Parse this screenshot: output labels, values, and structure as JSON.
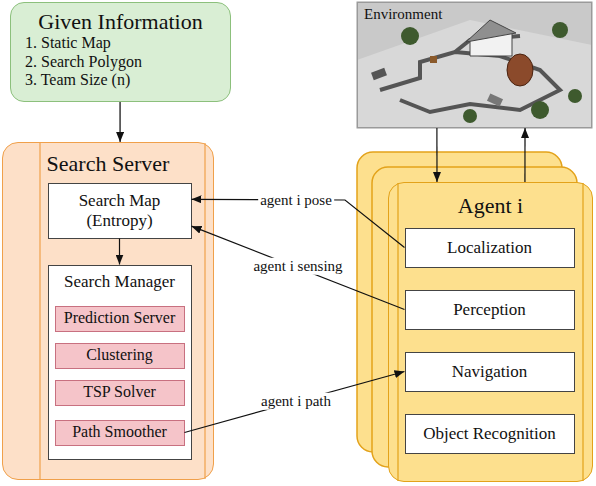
{
  "diagram": {
    "nodes": [
      {
        "text": [
          "Given Information",
          "1. Static Map",
          "2. Search Polygon",
          "3. Team Size (n)"
        ]
      },
      {
        "text": [
          "Search Server"
        ]
      },
      {
        "text": [
          "Search Map (Entropy)"
        ],
        "in": 1
      },
      {
        "text": [
          "Search Manager"
        ],
        "in": 1
      },
      {
        "text": [
          "Prediction Server"
        ],
        "in": 3
      },
      {
        "text": [
          "Clustering"
        ],
        "in": 3
      },
      {
        "text": [
          "TSP Solver"
        ],
        "in": 3
      },
      {
        "text": [
          "Path Smoother"
        ],
        "in": 3
      },
      {
        "text": [
          "Environment"
        ]
      },
      {
        "text": [
          "Agent i"
        ]
      },
      {
        "text": [
          "Localization"
        ],
        "in": 9
      },
      {
        "text": [
          "Perception"
        ],
        "in": 9
      },
      {
        "text": [
          "Navigation"
        ],
        "in": 9
      },
      {
        "text": [
          "Object Recognition"
        ],
        "in": 9
      }
    ],
    "edges": [
      {
        "from": 0,
        "to": 1,
        "arrow": "to"
      },
      {
        "from": 2,
        "to": 3,
        "arrow": "to"
      },
      {
        "from": 10,
        "to": 2,
        "label": "agent i pose",
        "arrow": "to"
      },
      {
        "from": 11,
        "to": 2,
        "label": "agent i sensing",
        "arrow": "to"
      },
      {
        "from": 7,
        "to": 12,
        "label": "agent i path",
        "arrow": "to"
      },
      {
        "from": 8,
        "to": 9,
        "arrow": "to"
      },
      {
        "from": 9,
        "to": 8,
        "arrow": "to"
      }
    ]
  }
}
